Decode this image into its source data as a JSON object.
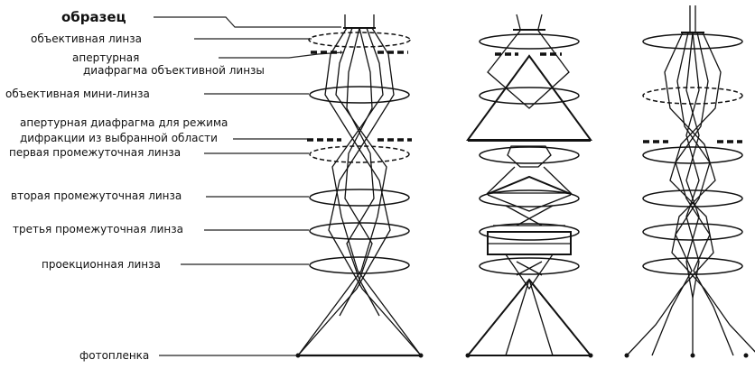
{
  "labels": {
    "specimen": "образец",
    "objective_lens": "объективная линза",
    "aperture_line1": "апертурная",
    "aperture_line2": "диафрагма объективной линзы",
    "objective_minilens": "объективная мини-линза",
    "sad_line1": "апертурная диафрагма для режима",
    "sad_line2": "дифракции из выбранной области",
    "intermediate1": "первая промежуточная линза",
    "intermediate2": "вторая промежуточная линза",
    "intermediate3": "третья промежуточная линза",
    "projector": "проекционная линза",
    "film": "фотопленка"
  },
  "colors": {
    "ink": "#111111",
    "background": "#ffffff"
  }
}
